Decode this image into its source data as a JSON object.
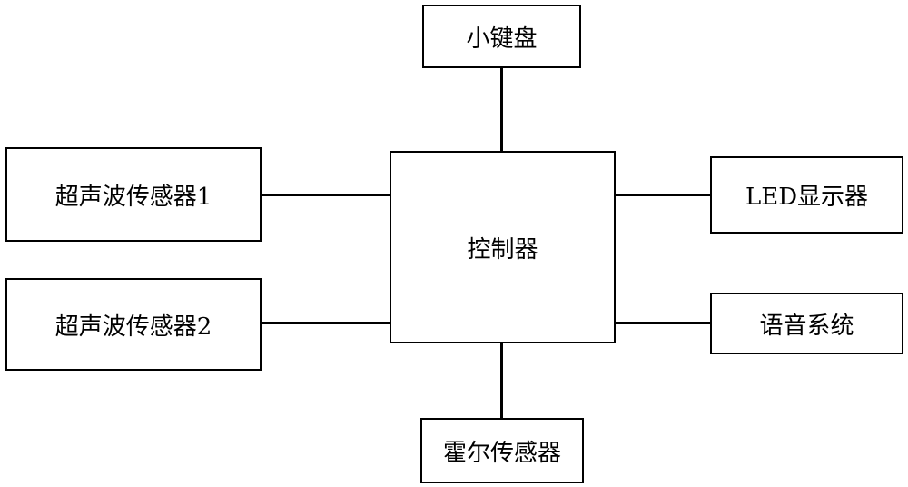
{
  "diagram": {
    "nodes": {
      "keypad": "小键盘",
      "controller": "控制器",
      "ultrasonic_sensor_1": "超声波传感器1",
      "ultrasonic_sensor_2": "超声波传感器2",
      "led_display": "LED显示器",
      "voice_system": "语音系统",
      "hall_sensor": "霍尔传感器"
    },
    "edges": [
      [
        "keypad",
        "controller"
      ],
      [
        "ultrasonic_sensor_1",
        "controller"
      ],
      [
        "ultrasonic_sensor_2",
        "controller"
      ],
      [
        "controller",
        "led_display"
      ],
      [
        "controller",
        "voice_system"
      ],
      [
        "controller",
        "hall_sensor"
      ]
    ]
  }
}
